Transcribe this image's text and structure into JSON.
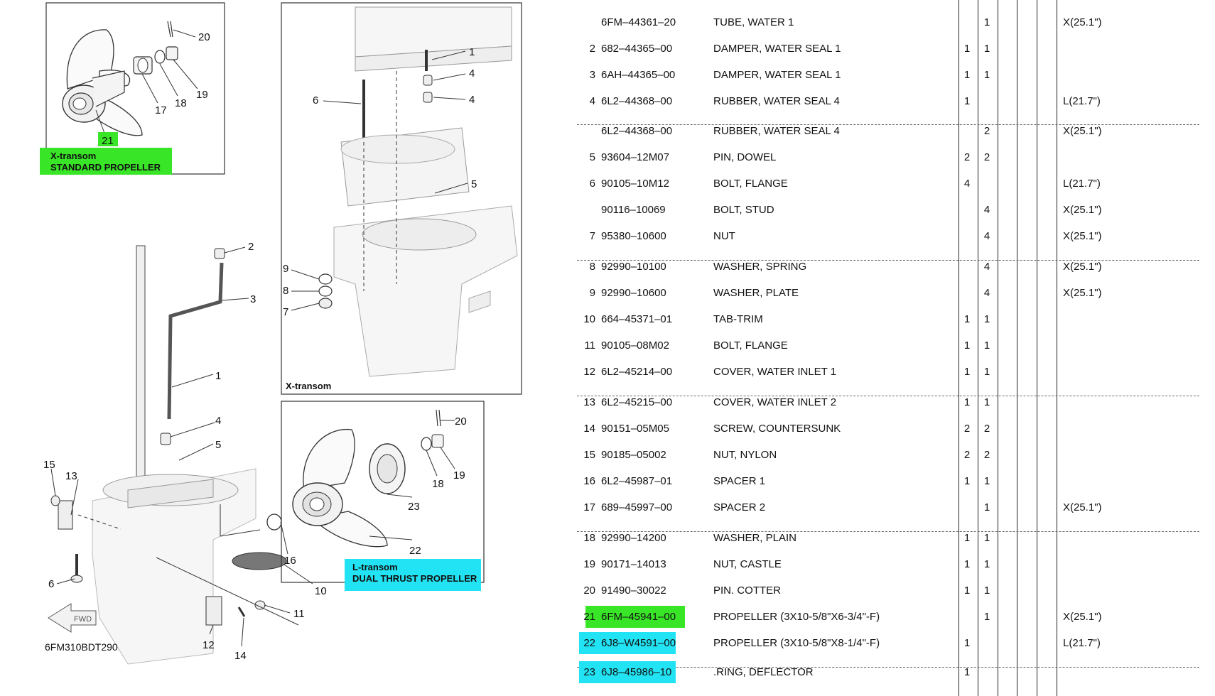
{
  "diagram": {
    "code": "6FM310BDT290",
    "fwd_label": "FWD",
    "inset_standard": {
      "line1": "X-transom",
      "line2": "STANDARD PROPELLER",
      "highlight": "#39e627"
    },
    "inset_xtransom": {
      "label": "X-transom"
    },
    "inset_dual": {
      "line1": "L-transom",
      "line2": "DUAL THRUST PROPELLER",
      "highlight": "#22e3f3"
    },
    "callouts": {
      "s20": "20",
      "s19": "19",
      "s18": "18",
      "s17": "17",
      "s21": "21",
      "x1": "1",
      "x4a": "4",
      "x4b": "4",
      "x6": "6",
      "x5": "5",
      "x9": "9",
      "x8": "8",
      "x7": "7",
      "m2": "2",
      "m3": "3",
      "m1": "1",
      "m4": "4",
      "m5": "5",
      "m15": "15",
      "m13": "13",
      "m6": "6",
      "m16": "16",
      "m10": "10",
      "m11": "11",
      "m12": "12",
      "m14": "14",
      "d20": "20",
      "d19": "19",
      "d18": "18",
      "d23": "23",
      "d22": "22"
    }
  },
  "table": {
    "rows": [
      {
        "ref": "",
        "part": "6FM–44361–20",
        "desc": "TUBE, WATER 1",
        "q1": "",
        "q2": "1",
        "remark": "X(25.1\")",
        "hl": ""
      },
      {
        "ref": "2",
        "part": "682–44365–00",
        "desc": "DAMPER, WATER SEAL 1",
        "q1": "1",
        "q2": "1",
        "remark": "",
        "hl": ""
      },
      {
        "ref": "3",
        "part": "6AH–44365–00",
        "desc": "DAMPER, WATER SEAL 1",
        "q1": "1",
        "q2": "1",
        "remark": "",
        "hl": ""
      },
      {
        "ref": "4",
        "part": "6L2–44368–00",
        "desc": "RUBBER, WATER SEAL 4",
        "q1": "1",
        "q2": "",
        "remark": "L(21.7\")",
        "hl": ""
      },
      {
        "ref": "",
        "part": "6L2–44368–00",
        "desc": "RUBBER, WATER SEAL 4",
        "q1": "",
        "q2": "2",
        "remark": "X(25.1\")",
        "hl": ""
      },
      {
        "ref": "5",
        "part": "93604–12M07",
        "desc": "PIN, DOWEL",
        "q1": "2",
        "q2": "2",
        "remark": "",
        "hl": ""
      },
      {
        "ref": "6",
        "part": "90105–10M12",
        "desc": "BOLT, FLANGE",
        "q1": "4",
        "q2": "",
        "remark": "L(21.7\")",
        "hl": ""
      },
      {
        "ref": "",
        "part": "90116–10069",
        "desc": "BOLT, STUD",
        "q1": "",
        "q2": "4",
        "remark": "X(25.1\")",
        "hl": ""
      },
      {
        "ref": "7",
        "part": "95380–10600",
        "desc": "NUT",
        "q1": "",
        "q2": "4",
        "remark": "X(25.1\")",
        "hl": ""
      },
      {
        "ref": "8",
        "part": "92990–10100",
        "desc": "WASHER, SPRING",
        "q1": "",
        "q2": "4",
        "remark": "X(25.1\")",
        "hl": ""
      },
      {
        "ref": "9",
        "part": "92990–10600",
        "desc": "WASHER, PLATE",
        "q1": "",
        "q2": "4",
        "remark": "X(25.1\")",
        "hl": ""
      },
      {
        "ref": "10",
        "part": "664–45371–01",
        "desc": "TAB-TRIM",
        "q1": "1",
        "q2": "1",
        "remark": "",
        "hl": ""
      },
      {
        "ref": "11",
        "part": "90105–08M02",
        "desc": "BOLT, FLANGE",
        "q1": "1",
        "q2": "1",
        "remark": "",
        "hl": ""
      },
      {
        "ref": "12",
        "part": "6L2–45214–00",
        "desc": "COVER, WATER INLET 1",
        "q1": "1",
        "q2": "1",
        "remark": "",
        "hl": ""
      },
      {
        "ref": "13",
        "part": "6L2–45215–00",
        "desc": "COVER, WATER INLET 2",
        "q1": "1",
        "q2": "1",
        "remark": "",
        "hl": ""
      },
      {
        "ref": "14",
        "part": "90151–05M05",
        "desc": "SCREW, COUNTERSUNK",
        "q1": "2",
        "q2": "2",
        "remark": "",
        "hl": ""
      },
      {
        "ref": "15",
        "part": "90185–05002",
        "desc": "NUT, NYLON",
        "q1": "2",
        "q2": "2",
        "remark": "",
        "hl": ""
      },
      {
        "ref": "16",
        "part": "6L2–45987–01",
        "desc": "SPACER 1",
        "q1": "1",
        "q2": "1",
        "remark": "",
        "hl": ""
      },
      {
        "ref": "17",
        "part": "689–45997–00",
        "desc": "SPACER 2",
        "q1": "",
        "q2": "1",
        "remark": "X(25.1\")",
        "hl": ""
      },
      {
        "ref": "18",
        "part": "92990–14200",
        "desc": "WASHER, PLAIN",
        "q1": "1",
        "q2": "1",
        "remark": "",
        "hl": ""
      },
      {
        "ref": "19",
        "part": "90171–14013",
        "desc": "NUT, CASTLE",
        "q1": "1",
        "q2": "1",
        "remark": "",
        "hl": ""
      },
      {
        "ref": "20",
        "part": "91490–30022",
        "desc": "PIN. COTTER",
        "q1": "1",
        "q2": "1",
        "remark": "",
        "hl": ""
      },
      {
        "ref": "21",
        "part": "6FM–45941–00",
        "desc": "PROPELLER (3X10-5/8\"X6-3/4\"-F)",
        "q1": "",
        "q2": "1",
        "remark": "X(25.1\")",
        "hl": "green"
      },
      {
        "ref": "22",
        "part": "6J8–W4591–00",
        "desc": "PROPELLER (3X10-5/8\"X8-1/4\"-F)",
        "q1": "1",
        "q2": "",
        "remark": "L(21.7\")",
        "hl": "cyan"
      },
      {
        "ref": "23",
        "part": "6J8–45986–10",
        "desc": ".RING, DEFLECTOR",
        "q1": "1",
        "q2": "",
        "remark": "",
        "hl": "cyan"
      }
    ]
  }
}
